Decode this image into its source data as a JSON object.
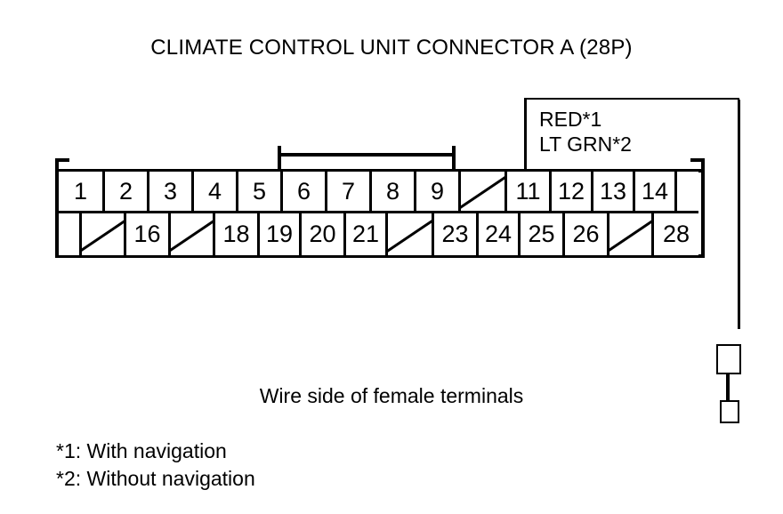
{
  "title": "CLIMATE CONTROL UNIT CONNECTOR A (28P)",
  "connector": {
    "name": "CLIMATE CONTROL UNIT CONNECTOR A",
    "pin_count_label": "(28P)",
    "rows": [
      {
        "row_name": "top-row",
        "cells": [
          {
            "label": "1",
            "type": "pin",
            "width": 52
          },
          {
            "label": "2",
            "type": "pin",
            "width": 50
          },
          {
            "label": "3",
            "type": "pin",
            "width": 50
          },
          {
            "label": "4",
            "type": "pin",
            "width": 50
          },
          {
            "label": "5",
            "type": "pin",
            "width": 50
          },
          {
            "label": "6",
            "type": "pin",
            "width": 50
          },
          {
            "label": "7",
            "type": "pin",
            "width": 50
          },
          {
            "label": "8",
            "type": "pin",
            "width": 50
          },
          {
            "label": "9",
            "type": "pin",
            "width": 50
          },
          {
            "label": "",
            "type": "slash",
            "width": 52
          },
          {
            "label": "11",
            "type": "pin",
            "width": 50
          },
          {
            "label": "12",
            "type": "pin",
            "width": 47
          },
          {
            "label": "13",
            "type": "pin",
            "width": 47
          },
          {
            "label": "14",
            "type": "pin",
            "width": 47
          },
          {
            "label": "",
            "type": "blank",
            "width": 24
          }
        ]
      },
      {
        "row_name": "bottom-row",
        "cells": [
          {
            "label": "",
            "type": "blank",
            "width": 26
          },
          {
            "label": "",
            "type": "slash",
            "width": 50
          },
          {
            "label": "16",
            "type": "pin",
            "width": 50
          },
          {
            "label": "",
            "type": "slash",
            "width": 50
          },
          {
            "label": "18",
            "type": "pin",
            "width": 50
          },
          {
            "label": "19",
            "type": "pin",
            "width": 47
          },
          {
            "label": "20",
            "type": "pin",
            "width": 50
          },
          {
            "label": "21",
            "type": "pin",
            "width": 47
          },
          {
            "label": "",
            "type": "slash",
            "width": 52
          },
          {
            "label": "23",
            "type": "pin",
            "width": 50
          },
          {
            "label": "24",
            "type": "pin",
            "width": 47
          },
          {
            "label": "25",
            "type": "pin",
            "width": 50
          },
          {
            "label": "26",
            "type": "pin",
            "width": 50
          },
          {
            "label": "",
            "type": "slash",
            "width": 50
          },
          {
            "label": "28",
            "type": "pin",
            "width": 50
          }
        ]
      }
    ]
  },
  "callout": {
    "line1": "RED*1",
    "line2": "LT GRN*2",
    "points_to_pin": "11"
  },
  "captions": {
    "wire_side": "Wire side of female terminals",
    "footnote_1": "*1: With navigation",
    "footnote_2": "*2: Without navigation"
  },
  "colors": {
    "ink": "#000000",
    "background": "#ffffff"
  }
}
